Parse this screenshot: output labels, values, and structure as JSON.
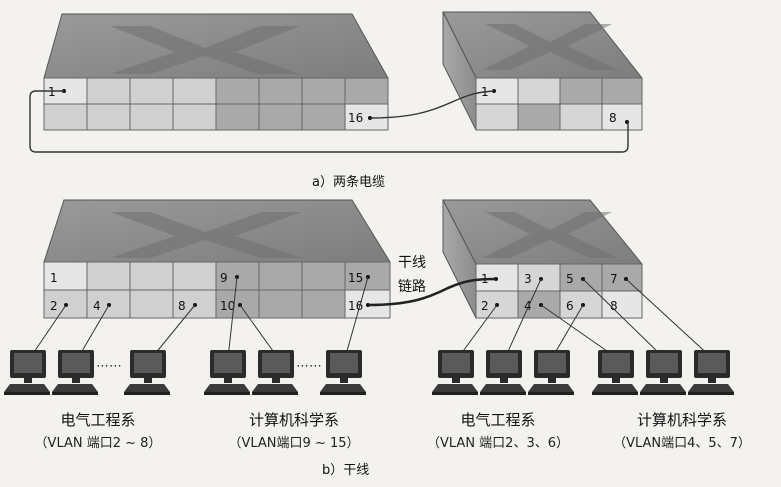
{
  "diagram_a": {
    "caption": "a）两条电缆",
    "left_ports": [
      "1",
      "16"
    ],
    "right_ports": [
      "1",
      "8"
    ]
  },
  "diagram_b": {
    "caption": "b）干线",
    "trunk_label_line1": "干线",
    "trunk_label_line2": "链路",
    "left_ports": [
      "1",
      "2",
      "4",
      "8",
      "9",
      "10",
      "15",
      "16"
    ],
    "right_ports": [
      "1",
      "2",
      "3",
      "4",
      "5",
      "6",
      "7",
      "8"
    ],
    "ellipsis": "⋯⋯",
    "groups": [
      {
        "name": "电气工程系",
        "ports": "（VLAN 端口2 ~ 8）"
      },
      {
        "name": "计算机科学系",
        "ports": "（VLAN端口9 ~ 15）"
      },
      {
        "name": "电气工程系",
        "ports": "（VLAN 端口2、3、6）"
      },
      {
        "name": "计算机科学系",
        "ports": "（VLAN端口4、5、7）"
      }
    ]
  }
}
